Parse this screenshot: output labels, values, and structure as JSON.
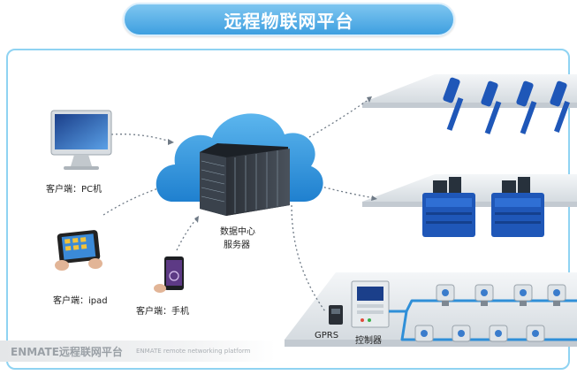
{
  "header": {
    "title": "远程物联网平台"
  },
  "cloud": {
    "label_line1": "数据中心",
    "label_line2": "服务器"
  },
  "clients": {
    "pc": "客户端：PC机",
    "ipad": "客户端：ipad",
    "phone": "客户端：手机"
  },
  "field": {
    "gprs": "GPRS",
    "controller": "控制器"
  },
  "footer": {
    "cn": "ENMATE远程联网平台",
    "en": "ENMATE remote networking platform"
  },
  "colors": {
    "title_pill": "#3e9fe0",
    "cloud": "#2a8fd6",
    "frame_border": "#8fd3f2",
    "device_blue": "#1f57b8",
    "pipe": "#2f8fd8"
  }
}
